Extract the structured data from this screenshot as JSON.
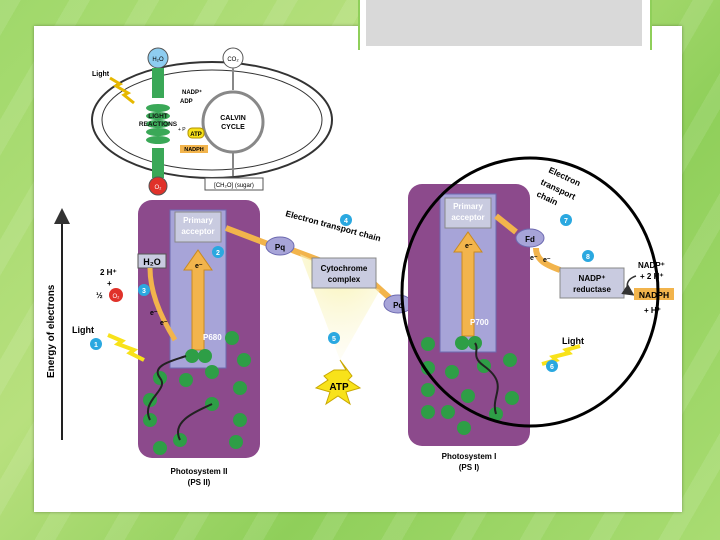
{
  "colors": {
    "photosystem": "#8c4a8c",
    "antenna": "#a7a4d8",
    "chlorophyll": "#2e9e46",
    "arrow_orange": "#f2b44c",
    "atp_yellow": "#f8e21a",
    "blue_badge": "#2aa8e0",
    "o2_red": "#e0322a",
    "box_gray": "#c9cbe0"
  },
  "overview": {
    "light": "Light",
    "h2o": "H₂O",
    "co2": "CO₂",
    "nadp": "NADP⁺",
    "adp": "ADP",
    "pi": "+ P",
    "light_reactions_1": "LIGHT",
    "light_reactions_2": "REACTIONS",
    "calvin_1": "CALVIN",
    "calvin_2": "CYCLE",
    "atp": "ATP",
    "nadph": "NADPH",
    "o2": "O₂",
    "sugar": "[CH₂O] (sugar)"
  },
  "axis_label": "Energy of electrons",
  "ps2": {
    "primary_acceptor_1": "Primary",
    "primary_acceptor_2": "acceptor",
    "p680": "P680",
    "h2o": "H₂O",
    "two_h": "2 H⁺",
    "plus": "+",
    "half_o2": "½",
    "o2": "O₂",
    "light": "Light",
    "electron": "e⁻",
    "label_1": "Photosystem II",
    "label_2": "(PS II)"
  },
  "etc": {
    "label": "Electron transport chain",
    "pq": "Pq",
    "cytochrome_1": "Cytochrome",
    "cytochrome_2": "complex",
    "pc": "Pc",
    "atp": "ATP"
  },
  "ps1": {
    "primary_acceptor_1": "Primary",
    "primary_acceptor_2": "acceptor",
    "p700": "P700",
    "light": "Light",
    "electron": "e⁻",
    "label_1": "Photosystem I",
    "label_2": "(PS I)",
    "etc_1": "Electron",
    "etc_2": "transport",
    "etc_3": "chain",
    "fd": "Fd",
    "nadp": "NADP⁺",
    "two_h": "+ 2 H⁺",
    "reductase_1": "NADP⁺",
    "reductase_2": "reductase",
    "nadph": "NADPH",
    "h": "+ H⁺"
  },
  "steps": [
    "1",
    "2",
    "3",
    "4",
    "5",
    "6",
    "7",
    "8"
  ]
}
